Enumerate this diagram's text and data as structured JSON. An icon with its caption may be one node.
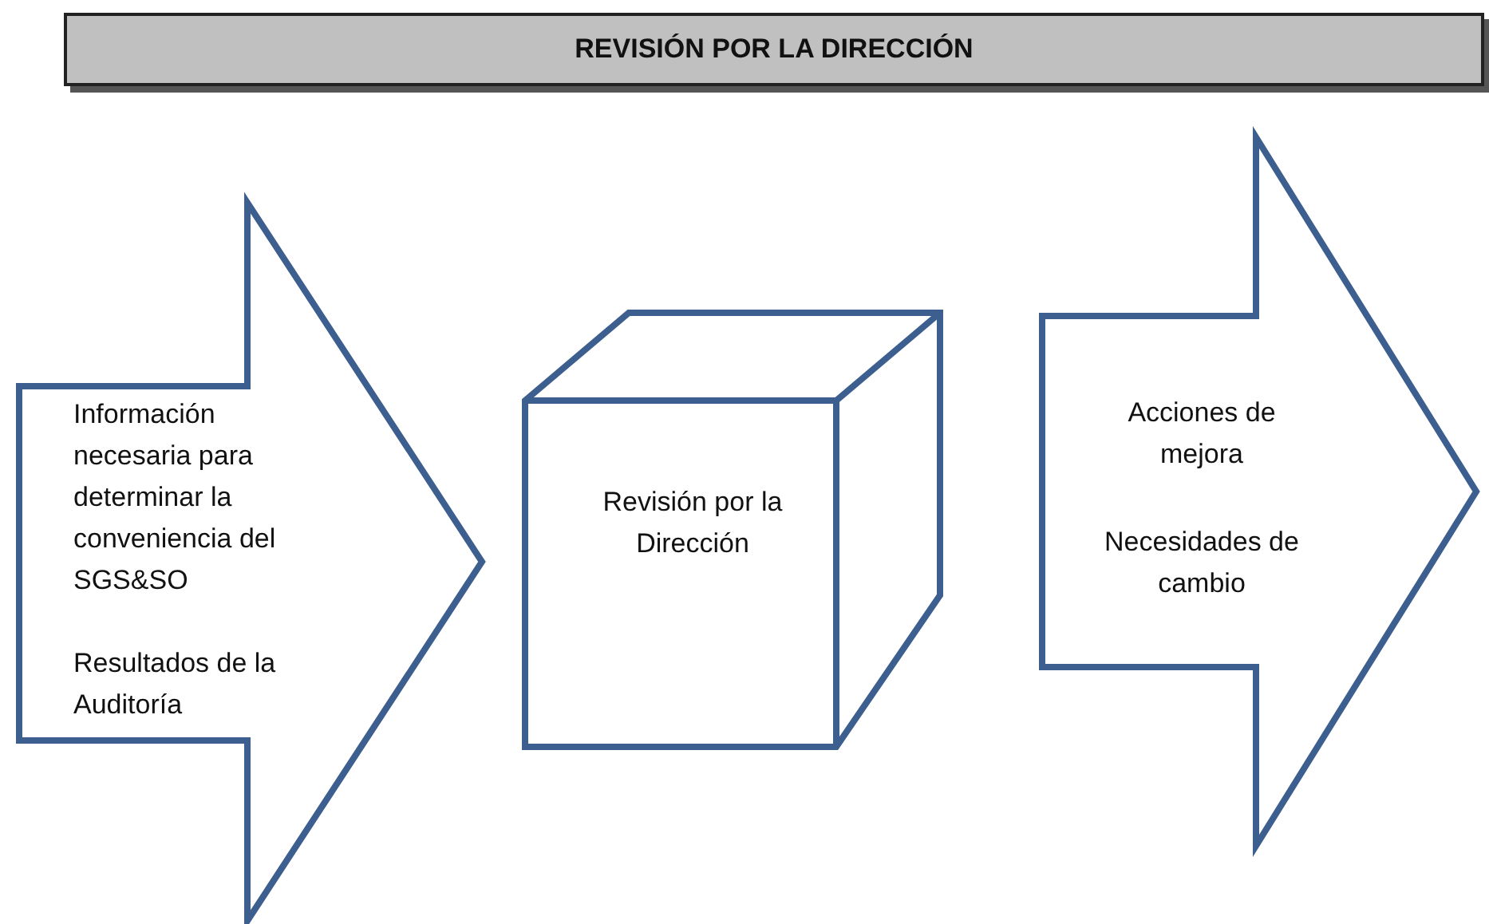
{
  "diagram": {
    "title": "REVISIÓN POR LA DIRECCIÓN",
    "nodes": [
      {
        "text": [
          "Información necesaria para determinar la conveniencia del SGS&SO",
          "Resultados de la Auditoría"
        ]
      },
      {
        "text": [
          "Revisión por la Dirección"
        ]
      },
      {
        "text": [
          "Acciones de mejora",
          "Necesidades de cambio"
        ]
      }
    ]
  }
}
